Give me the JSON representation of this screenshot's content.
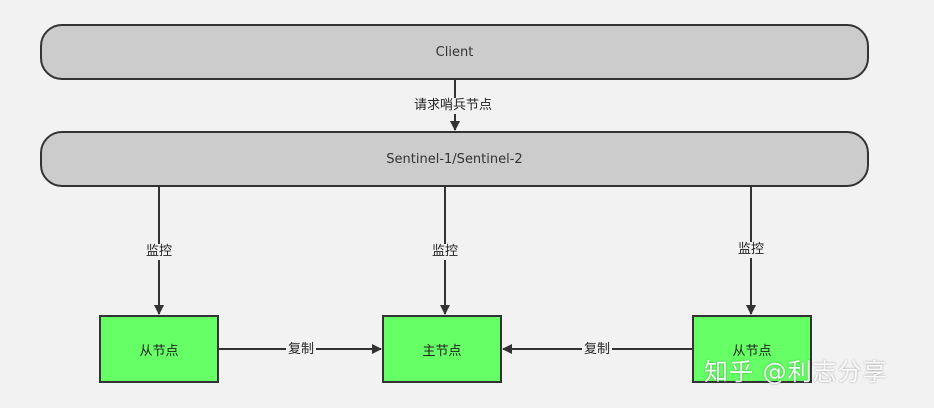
{
  "colors": {
    "background": "#f2f2f2",
    "pill_fill": "#cccccc",
    "node_fill": "#66ff66",
    "stroke": "#333333"
  },
  "client": {
    "label": "Client"
  },
  "sentinel": {
    "label": "Sentinel-1/Sentinel-2"
  },
  "nodes": {
    "slave_left": "从节点",
    "master": "主节点",
    "slave_right": "从节点"
  },
  "edges": {
    "client_to_sentinel": "请求哨兵节点",
    "monitor_left": "监控",
    "monitor_center": "监控",
    "monitor_right": "监控",
    "replicate_left": "复制",
    "replicate_right": "复制"
  },
  "watermark": "知乎 @利志分享"
}
